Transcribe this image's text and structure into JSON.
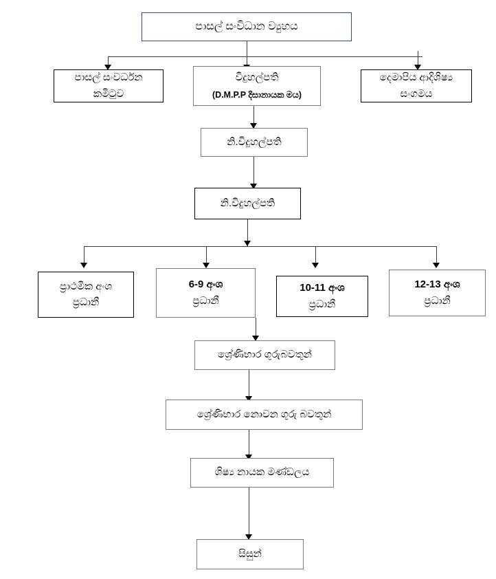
{
  "diagram": {
    "title": "පාසල් සංවිධාන ව්‍යුහය",
    "language": "Sinhala",
    "type": "organization-chart",
    "colors": {
      "box_border_primary": "#3b4a63",
      "box_border_dark": "#000000",
      "box_border_grey": "#7a7a7a",
      "connector": "#3a3a3a",
      "background": "#ffffff",
      "text": "#000000"
    }
  },
  "nodes": {
    "root": {
      "label": "පාසල් සංවිධාන ව්‍යුහය"
    },
    "school_development_committee": {
      "line1": "පාසල් සංවර්ධන",
      "line2": "කමිටුව"
    },
    "principal": {
      "line1": "විදුහල්පති",
      "sub": "(D.M.P.P දිසානායක මය)"
    },
    "parents_alumni_association": {
      "line1": "දෙමාපිය ආදිශිෂ්‍ය",
      "line2": "සංගමය"
    },
    "deputy_principal_1": {
      "line1": "නි.විදුහල්පති"
    },
    "deputy_principal_2": {
      "line1": "නි.විදුහල්පති"
    },
    "section_head_primary": {
      "line1": "ප්‍රාථමික අංශ",
      "line2": "ප්‍රධානී"
    },
    "section_head_6_9": {
      "line1": "6-9 අංශ",
      "line2": "ප්‍රධානී"
    },
    "section_head_10_11": {
      "line1": "10-11 අංශ",
      "line2": "ප්‍රධානී"
    },
    "section_head_12_13": {
      "line1": "12-13 අංශ",
      "line2": "ප්‍රධානී"
    },
    "grade_teachers": {
      "line1": "ශ්‍රේණිභාර ගුරුබවතුන්"
    },
    "non_grade_teachers": {
      "line1": "ශ්‍රේණිභාර නොවන ගුරු බවතුන්"
    },
    "student_leader_council": {
      "line1": "ශිෂ්‍ය නායක මණ්ඩලය"
    },
    "students": {
      "line1": "සිසුන්"
    }
  }
}
